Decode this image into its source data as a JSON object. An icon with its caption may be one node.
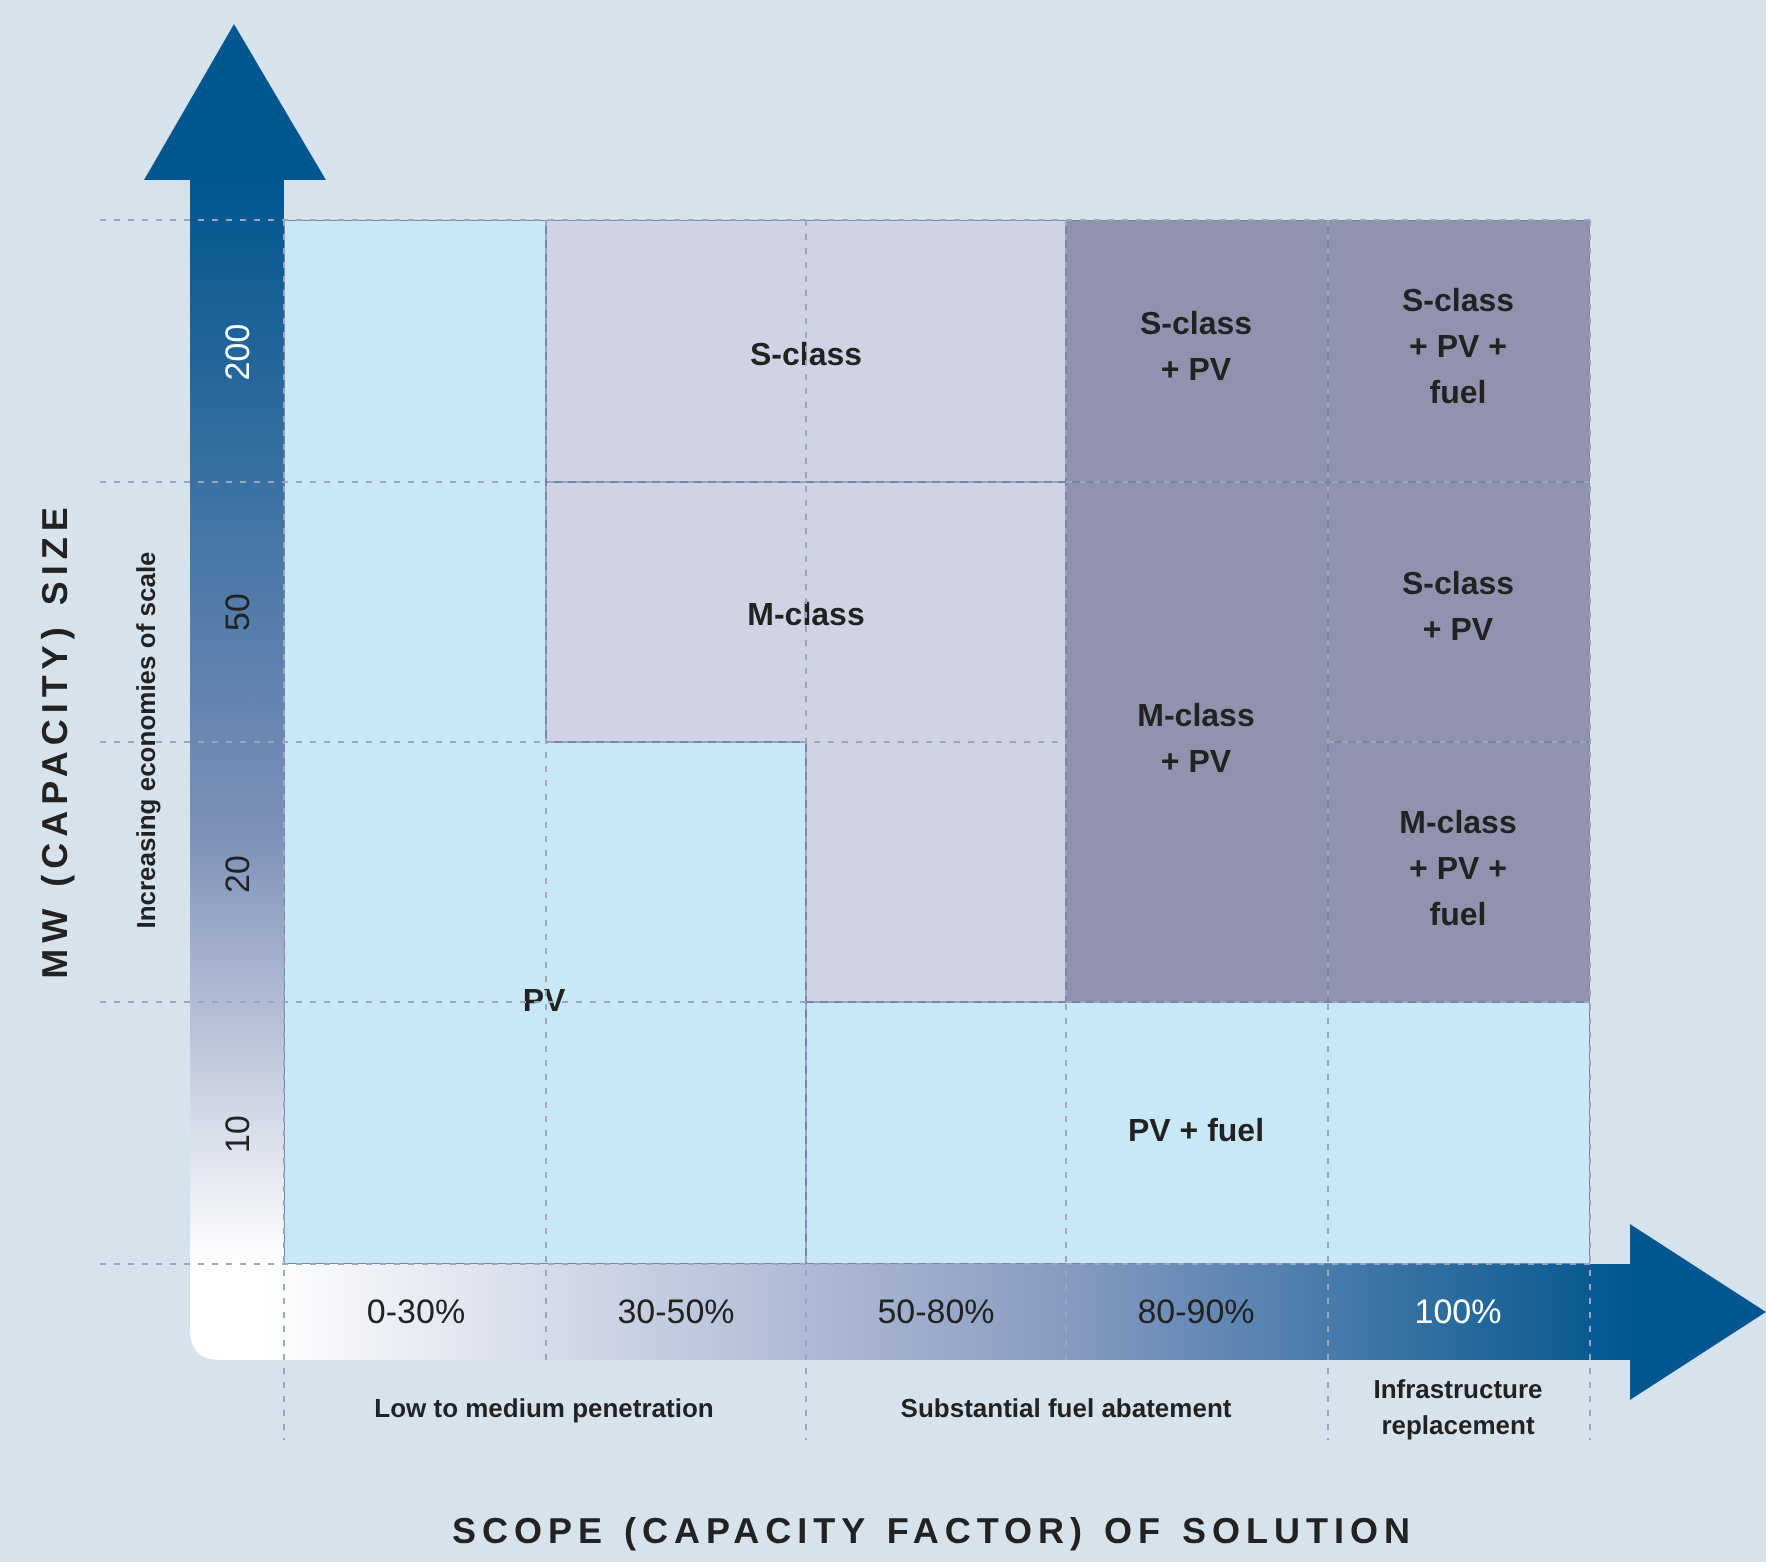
{
  "diagram": {
    "nodes": [
      {
        "text": [
          "S-class"
        ]
      },
      {
        "text": [
          "S-class + PV"
        ]
      },
      {
        "text": [
          "S-class + PV + fuel"
        ]
      },
      {
        "text": [
          "M-class"
        ]
      },
      {
        "text": [
          "S-class + PV"
        ]
      },
      {
        "text": [
          "M-class + PV"
        ]
      },
      {
        "text": [
          "M-class + PV + fuel"
        ]
      },
      {
        "text": [
          "PV"
        ]
      },
      {
        "text": [
          "PV + fuel"
        ]
      }
    ],
    "labels": [
      "MW (CAPACITY) SIZE",
      "Increasing economies of scale",
      "200",
      "50",
      "20",
      "10",
      "0-30%",
      "30-50%",
      "50-80%",
      "80-90%",
      "100%",
      "Low to medium penetration",
      "Substantial fuel abatement",
      "Infrastructure replacement",
      "SCOPE (CAPACITY FACTOR) OF SOLUTION"
    ]
  }
}
